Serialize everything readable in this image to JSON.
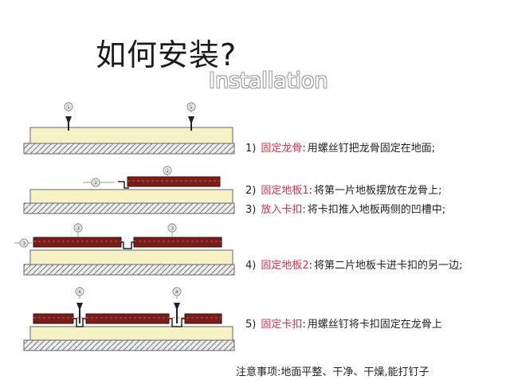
{
  "title": "如何安装?",
  "subtitle": "Installation",
  "steps": [
    {
      "num": "1)",
      "head": "固定龙骨",
      "text": "用螺丝钉把龙骨固定在地面;"
    },
    {
      "num": "2)",
      "head": "固定地板1",
      "text": "将第一片地板摆放在龙骨上;"
    },
    {
      "num": "3)",
      "head": "放入卡扣",
      "text": "将卡扣推入地板两侧的凹槽中;"
    },
    {
      "num": "4)",
      "head": "固定地板2",
      "text": "将第二片地板卡进卡扣的另一边;"
    },
    {
      "num": "5)",
      "head": "固定卡扣",
      "text": "用螺丝钉将卡扣固定在龙骨上"
    }
  ],
  "note": "注意事项:地面平整、干净、干燥,能打钉子",
  "markers": [
    "①",
    "②",
    "③",
    "④"
  ],
  "colors": {
    "board": "#7a1e1a",
    "joist": "#f7f1c6",
    "accent": "#d4314a",
    "ground": "#dddddd"
  }
}
